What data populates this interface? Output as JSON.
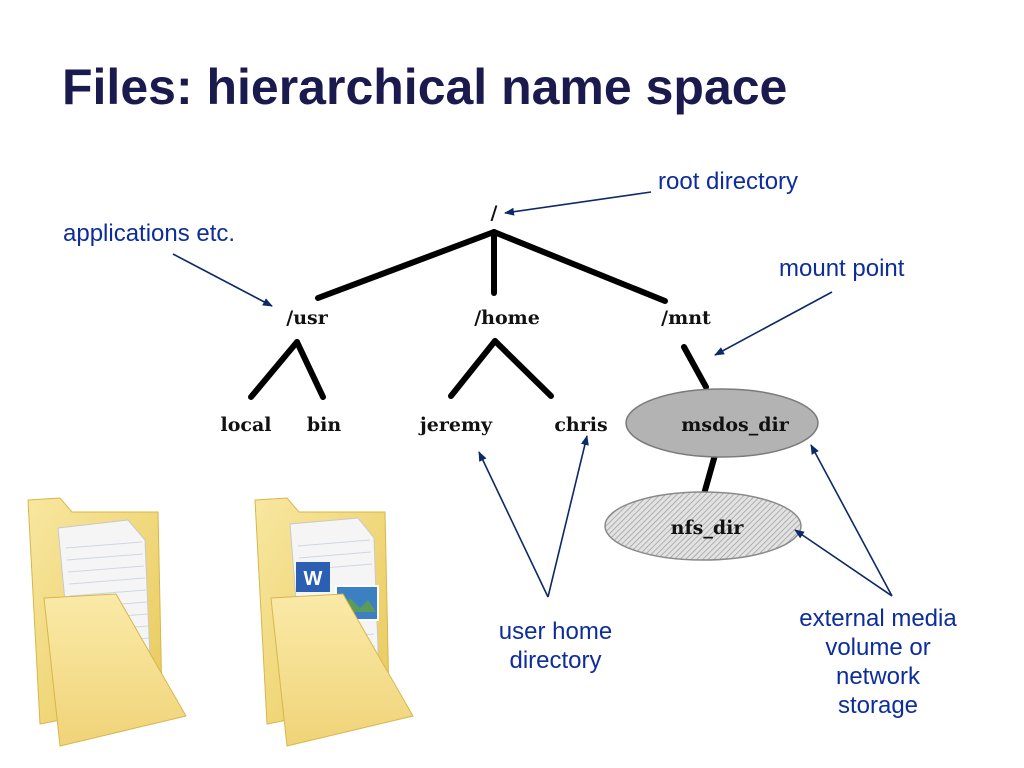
{
  "slide": {
    "title": "Files: hierarchical name space"
  },
  "tree": {
    "nodes": {
      "root": "/",
      "usr": "/usr",
      "home": "/home",
      "mnt": "/mnt",
      "local": "local",
      "bin": "bin",
      "jeremy": "jeremy",
      "chris": "chris",
      "msdos_dir": "msdos_dir",
      "nfs_dir": "nfs_dir"
    }
  },
  "callouts": {
    "root_directory": "root directory",
    "applications": "applications etc.",
    "mount_point": "mount point",
    "user_home": [
      "user home",
      "directory"
    ],
    "external_media": [
      "external media",
      "volume or",
      "network",
      "storage"
    ]
  },
  "colors": {
    "title": "#1b1a4f",
    "callout_text": "#0d2d9c",
    "arrow": "#0b2a66",
    "tree_line": "#000000",
    "msdos_fill": "#b3b3b3",
    "nfs_fill": "#d6d6d6",
    "folder": "#f3dc7a"
  },
  "icons": [
    "folder-with-document-icon",
    "folder-with-word-document-icon"
  ]
}
